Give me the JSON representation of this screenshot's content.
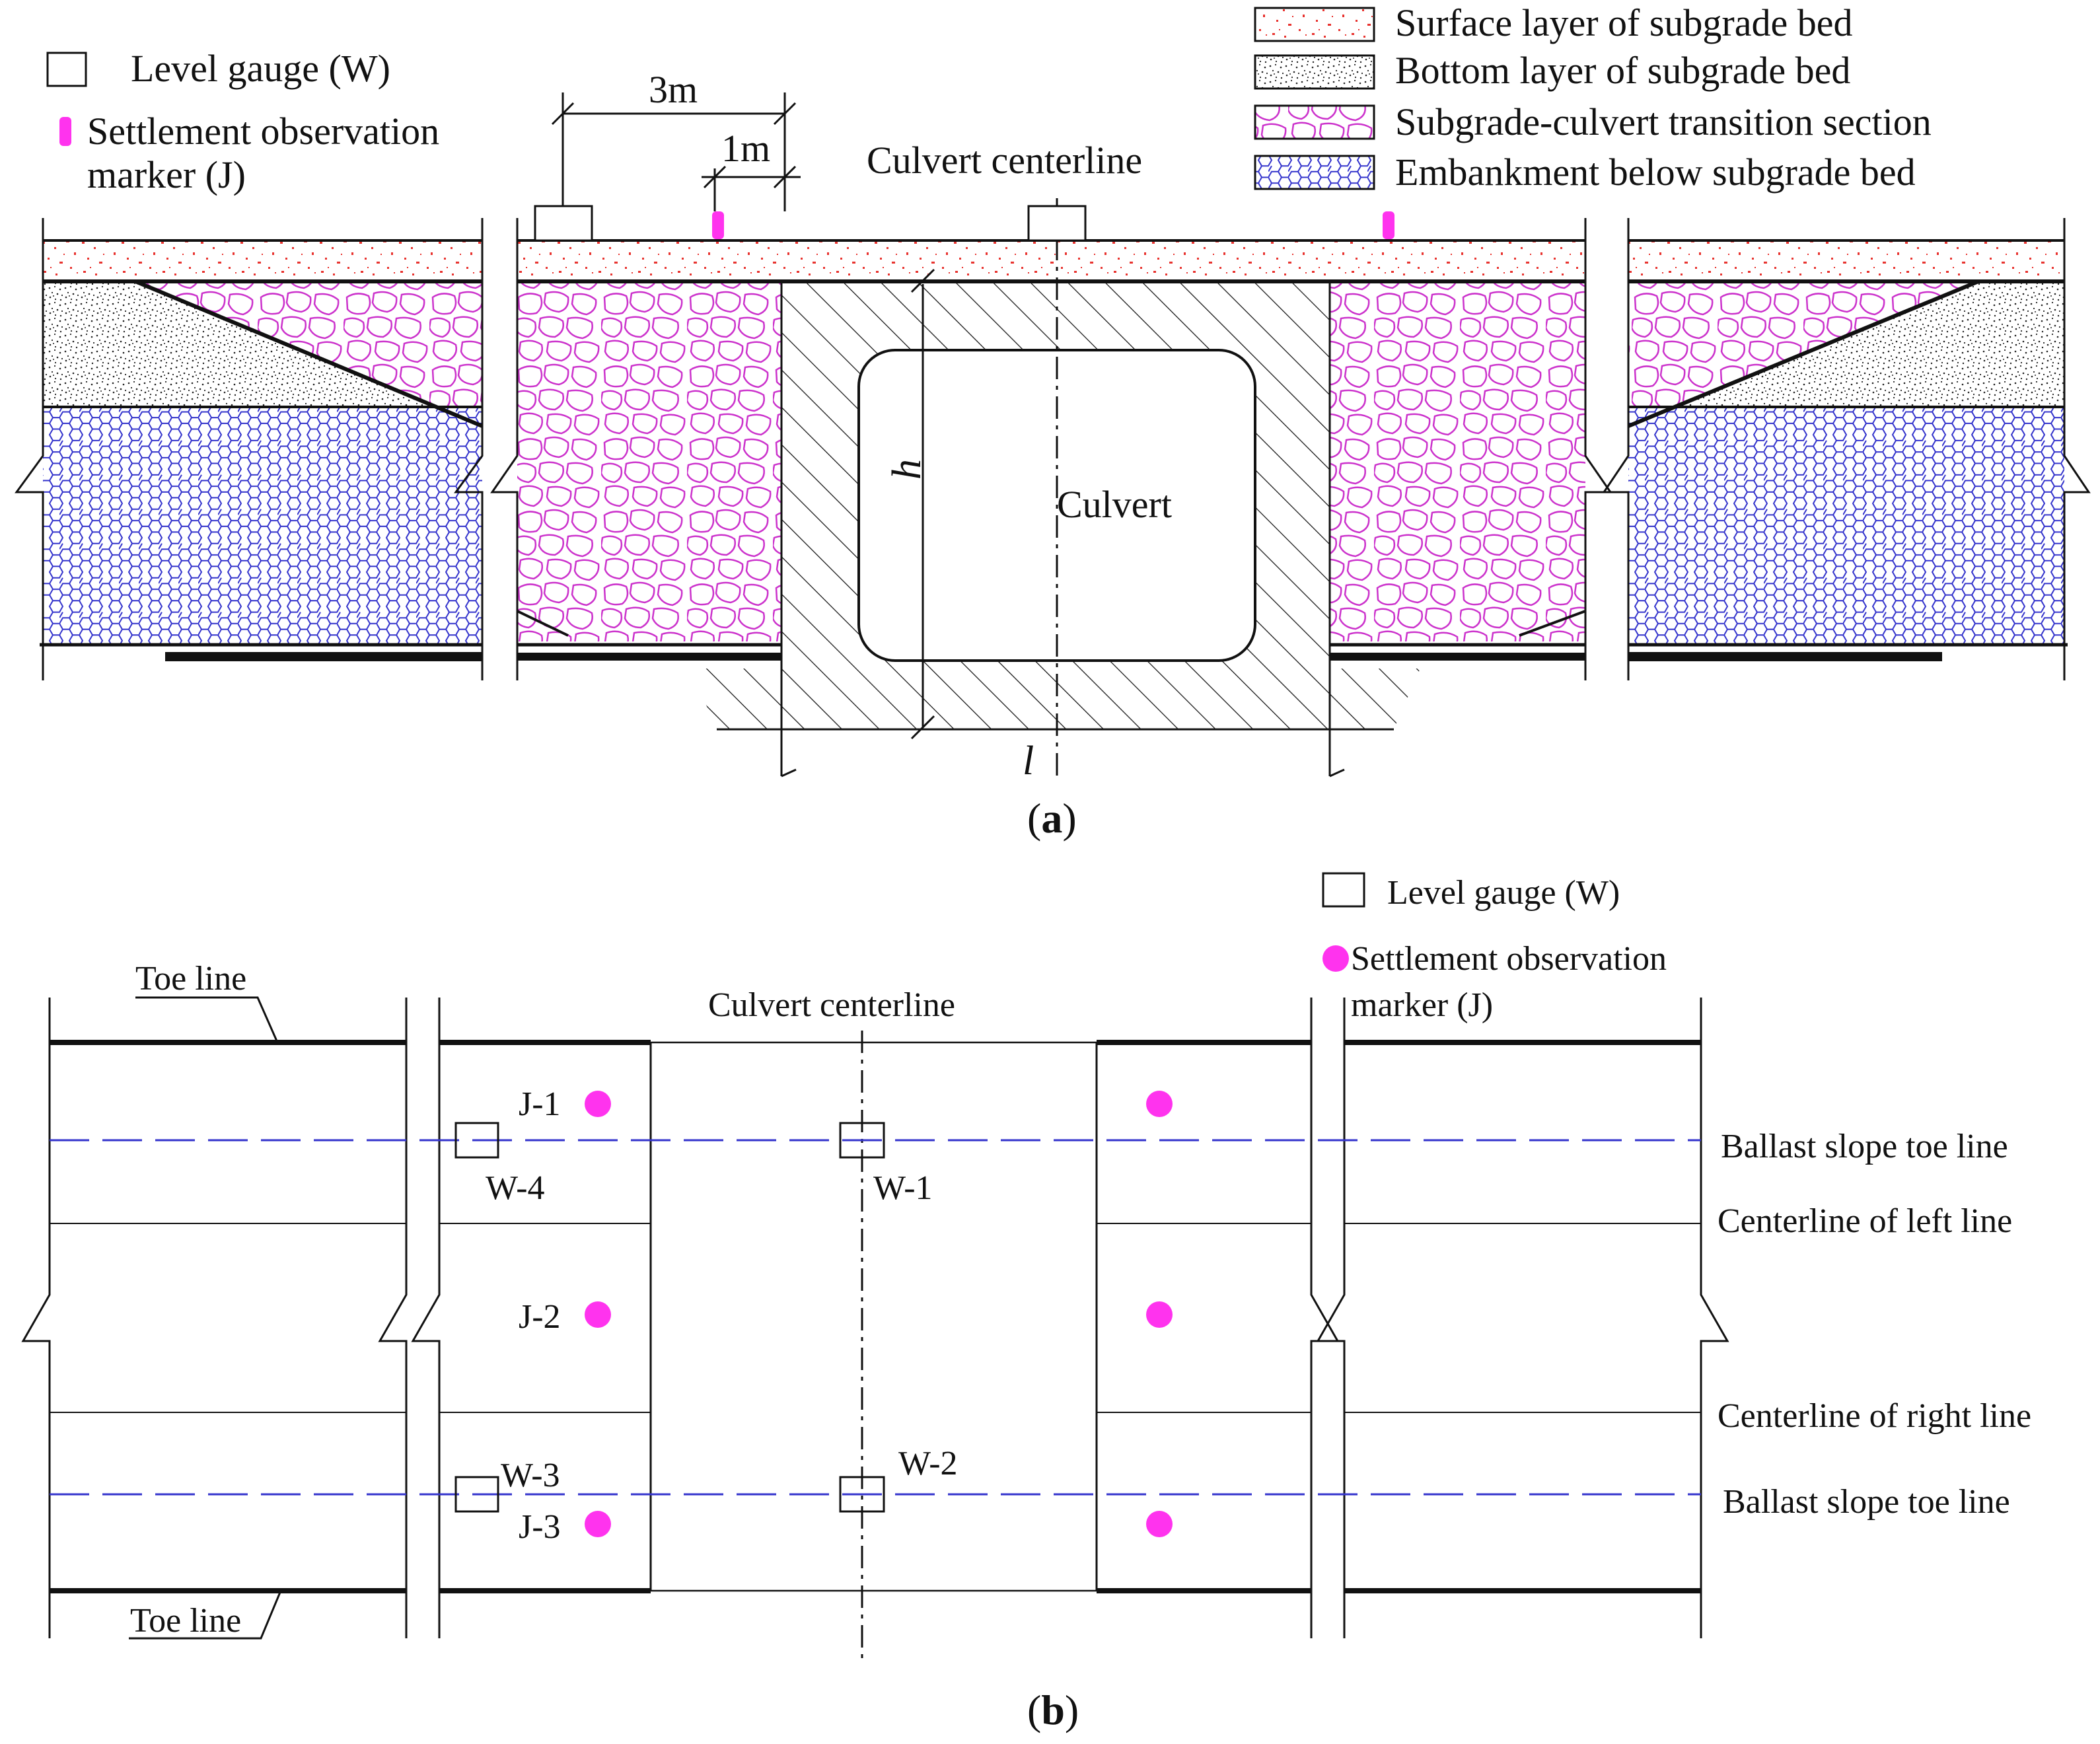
{
  "colors": {
    "surface_dots": "#e8332f",
    "bottom_dots": "#222222",
    "transition_stone": "#cc33cc",
    "embankment_hex": "#3333cc",
    "marker": "#ff33ee",
    "ballast_line": "#3333cc",
    "line": "#111111"
  },
  "panel_a": {
    "legend_left": {
      "level_gauge": "Level gauge (W)",
      "settlement_marker_line1": "Settlement observation",
      "settlement_marker_line2": "marker (J)"
    },
    "legend_right": [
      {
        "label": "Surface layer of subgrade bed",
        "pattern": "surface"
      },
      {
        "label": "Bottom layer of subgrade bed",
        "pattern": "bottom"
      },
      {
        "label": "Subgrade-culvert transition section",
        "pattern": "transition"
      },
      {
        "label": "Embankment below subgrade bed",
        "pattern": "embankment"
      }
    ],
    "dim_3m": "3m",
    "dim_1m": "1m",
    "culvert_centerline": "Culvert centerline",
    "culvert_label": "Culvert",
    "dim_h": "h",
    "dim_l": "l",
    "caption_open": "(",
    "caption_letter": "a",
    "caption_close": ")"
  },
  "panel_b": {
    "legend": {
      "level_gauge": "Level gauge (W)",
      "settlement_marker_line1": "Settlement observation",
      "settlement_marker_line2": "marker (J)"
    },
    "toe_line_top": "Toe line",
    "toe_line_bottom": "Toe line",
    "culvert_centerline": "Culvert centerline",
    "right_labels": {
      "ballast_top": "Ballast slope toe line",
      "left_line": "Centerline of left line",
      "right_line": "Centerline of  right line",
      "ballast_bottom": "Ballast slope toe line"
    },
    "markers": {
      "j1": "J-1",
      "j2": "J-2",
      "j3": "J-3",
      "w1": "W-1",
      "w2": "W-2",
      "w3": "W-3",
      "w4": "W-4"
    },
    "caption_open": "(",
    "caption_letter": "b",
    "caption_close": ")"
  }
}
